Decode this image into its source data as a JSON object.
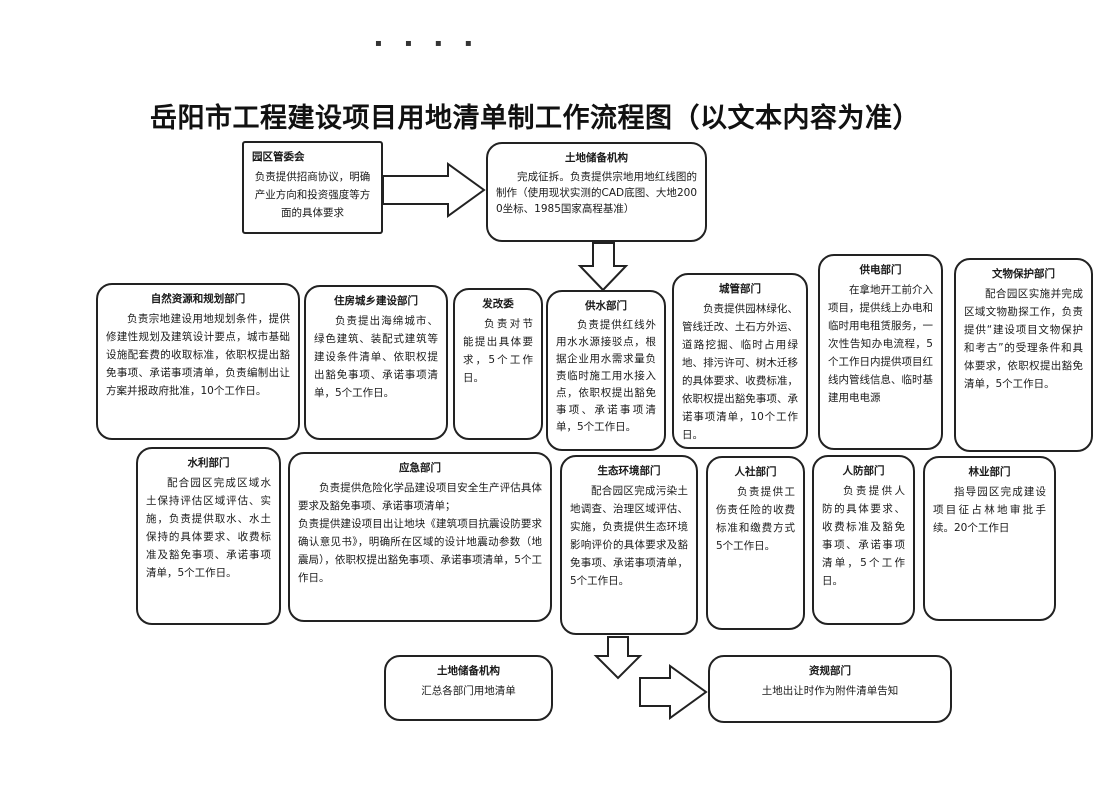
{
  "title": "岳阳市工程建设项目用地清单制工作流程图（以文本内容为准）",
  "boxes": {
    "park": {
      "title": "园区管委会",
      "body": "负责提供招商协议，明确产业方向和投资强度等方面的具体要求"
    },
    "land1": {
      "title": "土地储备机构",
      "body": "完成征拆。负责提供宗地用地红线图的制作（使用现状实测的CAD底图、大地2000坐标、1985国家高程基准）"
    },
    "natural": {
      "title": "自然资源和规划部门",
      "body": "负责宗地建设用地规划条件，提供修建性规划及建筑设计要点，城市基础设施配套费的收取标准，依职权提出豁免事项、承诺事项清单，负责编制出让方案并报政府批准，10个工作日。"
    },
    "housing": {
      "title": "住房城乡建设部门",
      "body": "负责提出海绵城市、绿色建筑、装配式建筑等建设条件清单、依职权提出豁免事项、承诺事项清单，5个工作日。"
    },
    "drc": {
      "title": "发改委",
      "body": "负责对节能提出具体要求，5个工作日。"
    },
    "water_supply": {
      "title": "供水部门",
      "body": "负责提供红线外用水水源接驳点，根据企业用水需求量负责临时施工用水接入点，依职权提出豁免事项、承诺事项清单，5个工作日。"
    },
    "urban": {
      "title": "城管部门",
      "body": "负责提供园林绿化、管线迁改、土石方外运、道路挖掘、临时占用绿地、排污许可、树木迁移的具体要求、收费标准，依职权提出豁免事项、承诺事项清单，10个工作日。"
    },
    "power": {
      "title": "供电部门",
      "body": "在拿地开工前介入项目，提供线上办电和临时用电租赁服务，一次性告知办电流程，5个工作日内提供项目红线内管线信息、临时基建用电电源"
    },
    "heritage": {
      "title": "文物保护部门",
      "body": "配合园区实施并完成区域文物勘探工作，负责提供“建设项目文物保护和考古”的受理条件和具体要求，依职权提出豁免清单，5个工作日。"
    },
    "water_res": {
      "title": "水利部门",
      "body": "配合园区完成区域水土保持评估区域评估、实施，负责提供取水、水土保持的具体要求、收费标准及豁免事项、承诺事项清单，5个工作日。"
    },
    "emergency": {
      "title": "应急部门",
      "body1": "负责提供危险化学品建设项目安全生产评估具体要求及豁免事项、承诺事项清单；",
      "body2": "负责提供建设项目出让地块《建筑项目抗震设防要求确认意见书》，明确所在区域的设计地震动参数（地震局），依职权提出豁免事项、承诺事项清单，5个工作日。"
    },
    "eco": {
      "title": "生态环境部门",
      "body": "配合园区完成污染土地调查、治理区域评估、实施，负责提供生态环境影响评价的具体要求及豁免事项、承诺事项清单，5个工作日。"
    },
    "hr": {
      "title": "人社部门",
      "body": "负责提供工伤责任险的收费标准和缴费方式5个工作日。"
    },
    "civil_def": {
      "title": "人防部门",
      "body": "负责提供人防的具体要求、收费标准及豁免事项、承诺事项清单，5个工作日。"
    },
    "forestry": {
      "title": "林业部门",
      "body": "指导园区完成建设项目征占林地审批手续。20个工作日"
    },
    "land2": {
      "title": "土地储备机构",
      "body": "汇总各部门用地清单"
    },
    "resources": {
      "title": "资规部门",
      "body": "土地出让时作为附件清单告知"
    }
  },
  "colors": {
    "border": "#222222",
    "text": "#1a1a1a",
    "background": "#ffffff"
  }
}
